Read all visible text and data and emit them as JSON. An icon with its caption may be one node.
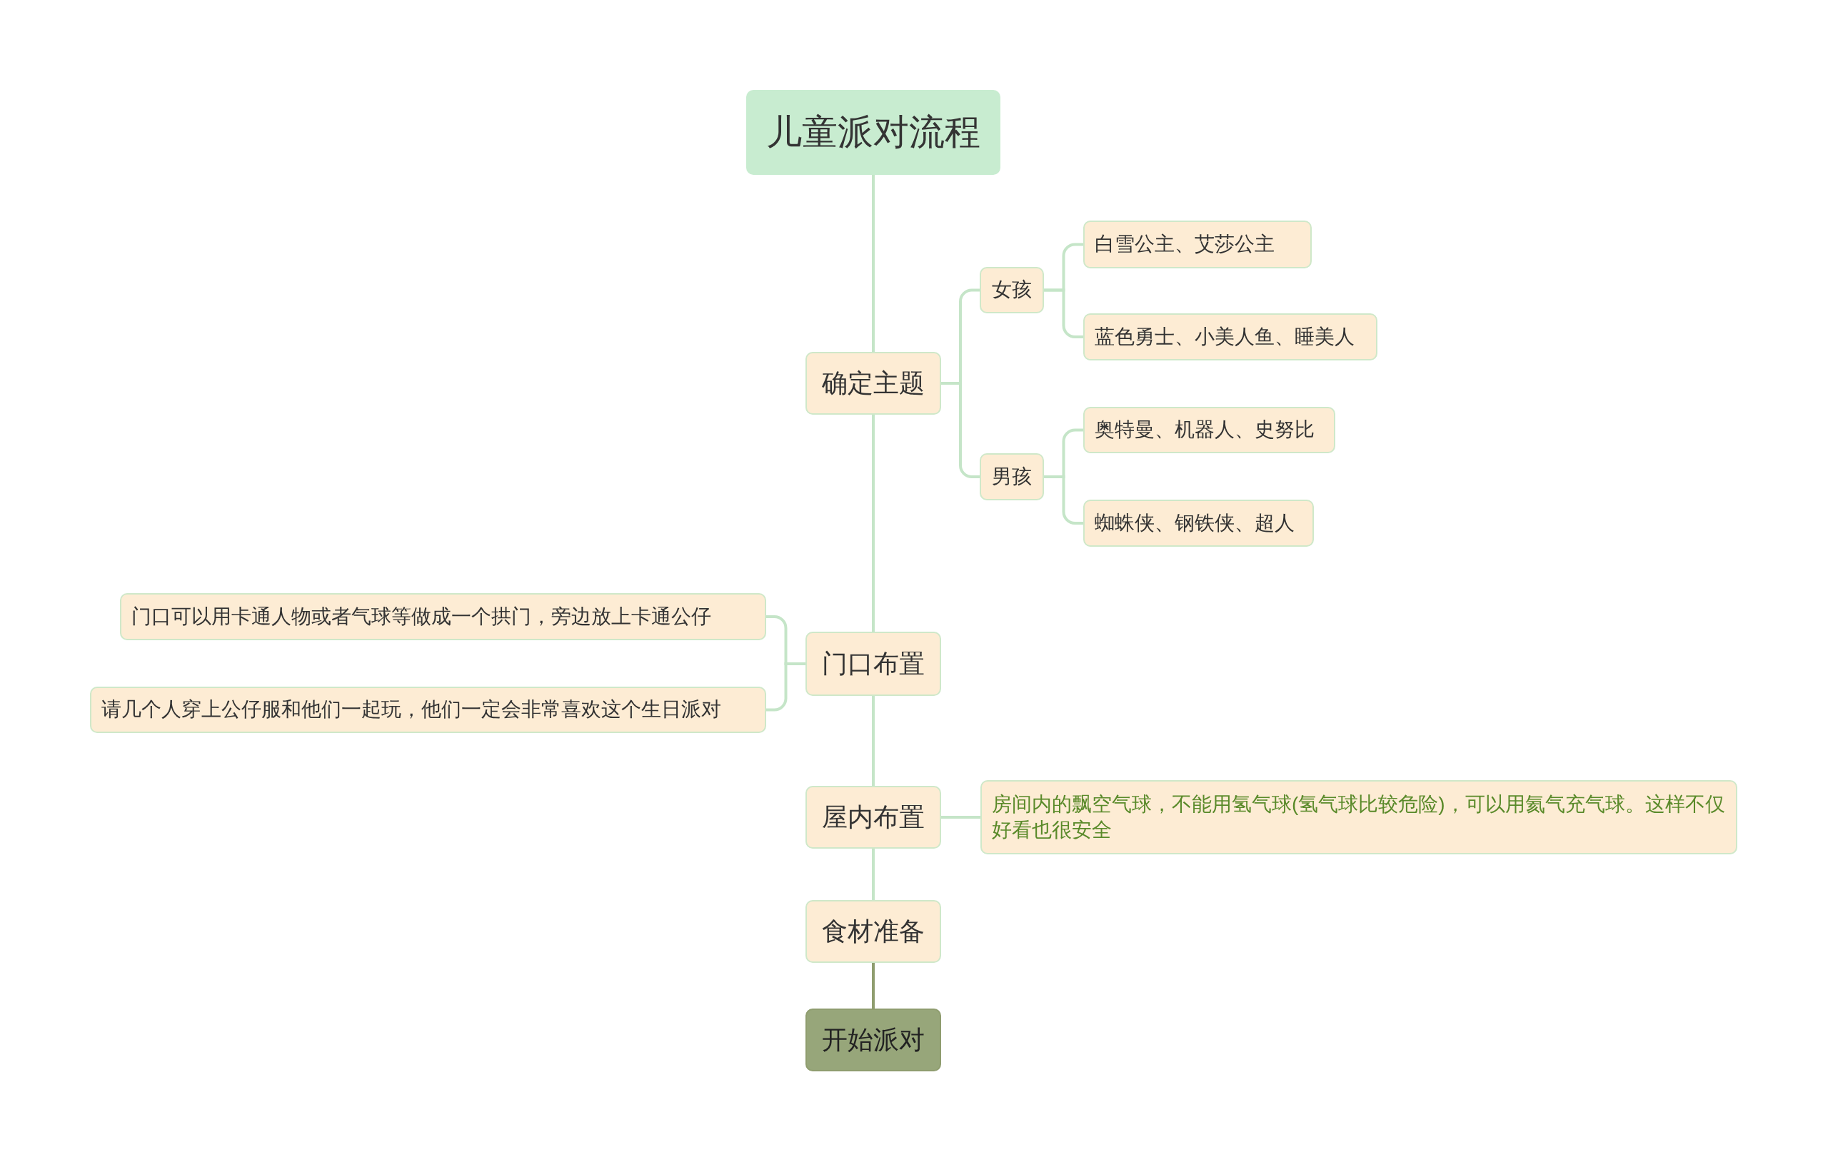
{
  "diagram": {
    "nodes": [
      {
        "text": [
          "儿童派对流程"
        ]
      },
      {
        "text": [
          "确定主题"
        ]
      },
      {
        "text": [
          "女孩"
        ]
      },
      {
        "text": [
          "白雪公主、艾莎公主"
        ]
      },
      {
        "text": [
          "蓝色勇士、小美人鱼、睡美人"
        ]
      },
      {
        "text": [
          "男孩"
        ]
      },
      {
        "text": [
          "奥特曼、机器人、史努比"
        ]
      },
      {
        "text": [
          "蜘蛛侠、钢铁侠、超人"
        ]
      },
      {
        "text": [
          "门口布置"
        ]
      },
      {
        "text": [
          "门口可以用卡通人物或者气球等做成一个拱门，旁边放上卡通公仔"
        ]
      },
      {
        "text": [
          "请几个人穿上公仔服和他们一起玩，他们一定会非常喜欢这个生日派对"
        ]
      },
      {
        "text": [
          "屋内布置"
        ]
      },
      {
        "text": [
          "房间内的飘空气球，不能用氢气球(氢气球比较危险)，可以用氦气充气球。这样不仅好看也很安全"
        ]
      },
      {
        "text": [
          "食材准备"
        ]
      },
      {
        "text": [
          "开始派对"
        ]
      }
    ],
    "edges": [
      {
        "from": 0,
        "to": 1,
        "arrow": "none"
      },
      {
        "from": 1,
        "to": 2,
        "arrow": "none"
      },
      {
        "from": 2,
        "to": 3,
        "arrow": "none"
      },
      {
        "from": 2,
        "to": 4,
        "arrow": "none"
      },
      {
        "from": 1,
        "to": 5,
        "arrow": "none"
      },
      {
        "from": 5,
        "to": 6,
        "arrow": "none"
      },
      {
        "from": 5,
        "to": 7,
        "arrow": "none"
      },
      {
        "from": 1,
        "to": 8,
        "arrow": "none"
      },
      {
        "from": 8,
        "to": 9,
        "arrow": "none"
      },
      {
        "from": 8,
        "to": 10,
        "arrow": "none"
      },
      {
        "from": 8,
        "to": 11,
        "arrow": "none"
      },
      {
        "from": 11,
        "to": 12,
        "arrow": "none"
      },
      {
        "from": 11,
        "to": 13,
        "arrow": "none"
      },
      {
        "from": 13,
        "to": 14,
        "arrow": "none",
        "color": "#8f9d6f"
      }
    ]
  }
}
